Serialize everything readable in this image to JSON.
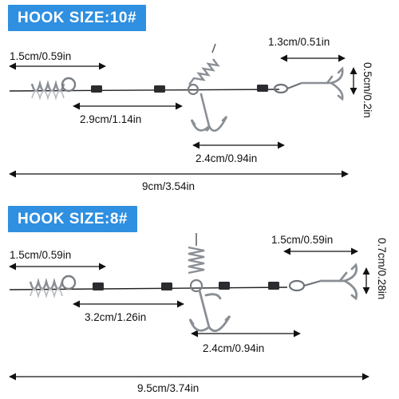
{
  "panels": [
    {
      "hook_size_label": "HOOK SIZE:10#",
      "measurements": {
        "screw_length": "1.5cm/0.59in",
        "hook_width": "1.3cm/0.51in",
        "hook_gap": "0.5cm/0.2in",
        "first_segment": "2.9cm/1.14in",
        "second_segment": "2.4cm/0.94in",
        "total_length": "9cm/3.54in"
      }
    },
    {
      "hook_size_label": "HOOK SIZE:8#",
      "measurements": {
        "screw_length": "1.5cm/0.59in",
        "hook_width": "1.5cm/0.59in",
        "hook_gap": "0.7cm/0.28in",
        "first_segment": "3.2cm/1.26in",
        "second_segment": "2.4cm/0.94in",
        "total_length": "9.5cm/3.74in"
      }
    }
  ],
  "colors": {
    "badge_bg": "#2f8fe0",
    "badge_text": "#ffffff",
    "metal": "#8a8f95",
    "line": "#1a1a1a"
  }
}
